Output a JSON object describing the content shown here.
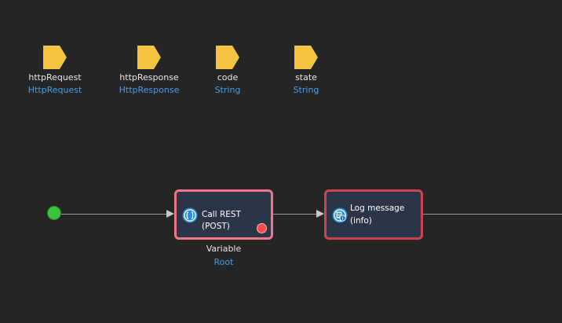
{
  "colors": {
    "background": "#252526",
    "parameter_flag": "#f5c443",
    "type_text": "#4f9be8",
    "start_event": "#3ac43a",
    "rest_border": "#f0768a",
    "log_border": "#cc4452",
    "error_marker": "#ff4a46"
  },
  "parameters": [
    {
      "name": "httpRequest",
      "type": "HttpRequest"
    },
    {
      "name": "httpResponse",
      "type": "HttpResponse"
    },
    {
      "name": "code",
      "type": "String"
    },
    {
      "name": "state",
      "type": "String"
    }
  ],
  "flow": {
    "start_event": {
      "icon": "start-event-icon"
    },
    "call_rest": {
      "label": "Call REST (POST)",
      "icon": "rest-call-icon",
      "output_name": "Variable",
      "output_type": "Root",
      "error_marker_icon": "error-indicator-icon"
    },
    "log_message": {
      "label_line1": "Log message",
      "label_line2": "(info)",
      "icon": "log-message-icon"
    }
  }
}
